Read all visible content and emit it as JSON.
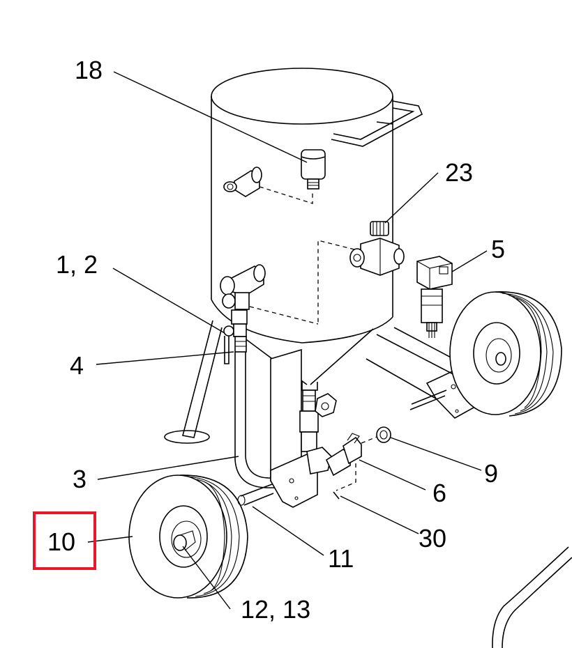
{
  "diagram": {
    "callouts": [
      {
        "id": "c18",
        "label": "18"
      },
      {
        "id": "c23",
        "label": "23"
      },
      {
        "id": "c5",
        "label": "5"
      },
      {
        "id": "c12",
        "label": "1, 2"
      },
      {
        "id": "c4",
        "label": "4"
      },
      {
        "id": "c3",
        "label": "3"
      },
      {
        "id": "c9",
        "label": "9"
      },
      {
        "id": "c6",
        "label": "6"
      },
      {
        "id": "c30",
        "label": "30"
      },
      {
        "id": "c10",
        "label": "10"
      },
      {
        "id": "c11",
        "label": "11"
      },
      {
        "id": "c1213",
        "label": "12, 13"
      }
    ],
    "highlight": {
      "target": "10",
      "color": "#e8182c"
    }
  }
}
